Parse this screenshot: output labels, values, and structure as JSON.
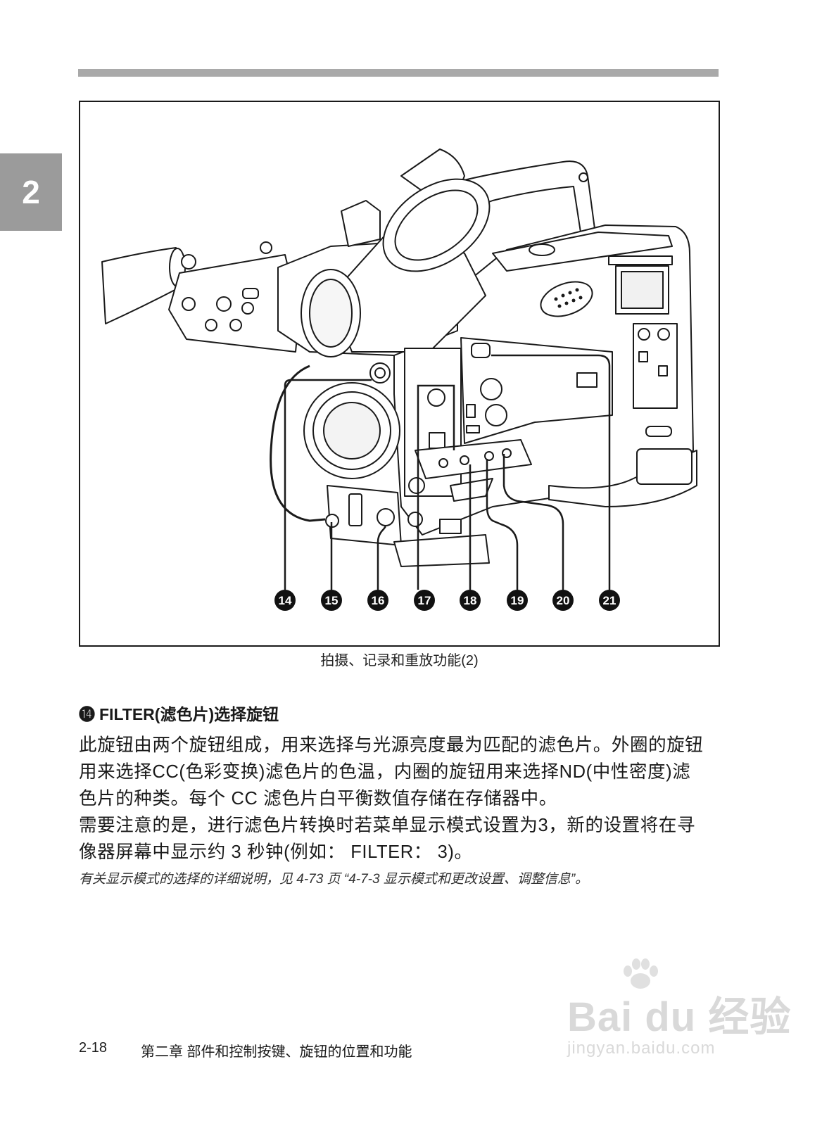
{
  "chapter_tab": "2",
  "figure": {
    "callouts": [
      "14",
      "15",
      "16",
      "17",
      "18",
      "19",
      "20",
      "21"
    ],
    "caption": "拍摄、记录和重放功能(2)"
  },
  "section": {
    "number": "⓮",
    "title": "FILTER(滤色片)选择旋钮",
    "lines": [
      "此旋钮由两个旋钮组成，用来选择与光源亮度最为匹配的滤色片。外圈的旋钮",
      "用来选择CC(色彩变换)滤色片的色温，内圈的旋钮用来选择ND(中性密度)滤",
      "色片的种类。每个 CC 滤色片白平衡数值存储在存储器中。",
      "需要注意的是，进行滤色片转换时若菜单显示模式设置为3，新的设置将在寻",
      "像器屏幕中显示约 3 秒钟(例如： FILTER： 3)。"
    ],
    "note": "有关显示模式的选择的详细说明，见 4-73 页 “4-7-3 显示模式和更改设置、调整信息”。"
  },
  "footer": {
    "page": "2-18",
    "chapter_title": "第二章  部件和控制按键、旋钮的位置和功能"
  },
  "watermark": {
    "brand": "Bai du 经验",
    "url": "jingyan.baidu.com"
  }
}
